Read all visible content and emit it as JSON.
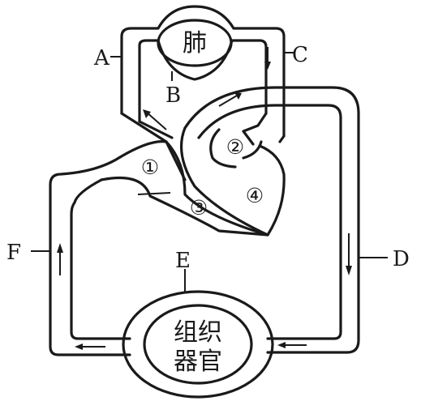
{
  "organs": {
    "lung": "肺",
    "tissue_line1": "组织",
    "tissue_line2": "器官"
  },
  "vessel_labels": {
    "A": "A",
    "B": "B",
    "C": "C",
    "D": "D",
    "E": "E",
    "F": "F"
  },
  "chambers": {
    "c1": "①",
    "c2": "②",
    "c3": "③",
    "c4": "④"
  }
}
